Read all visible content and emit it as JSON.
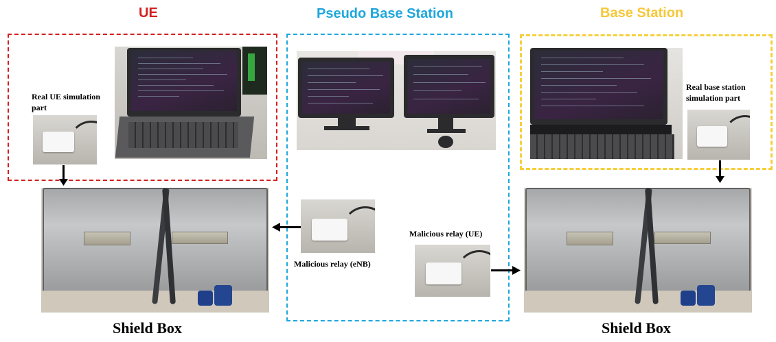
{
  "headers": {
    "ue": "UE",
    "pseudo_bs": "Pseudo Base Station",
    "bs": "Base Station"
  },
  "colors": {
    "ue": "#d31f1f",
    "pseudo_bs": "#1ea7dc",
    "bs": "#f6c83a"
  },
  "labels": {
    "real_ue": "Real UE simulation part",
    "real_bs": "Real base station simulation part",
    "relay_enb": "Malicious relay (eNB)",
    "relay_ue": "Malicious relay (UE)",
    "shield_left": "Shield Box",
    "shield_right": "Shield Box"
  },
  "icons": {
    "arrow_down": "arrow-down",
    "arrow_left": "arrow-left",
    "arrow_right": "arrow-right"
  }
}
